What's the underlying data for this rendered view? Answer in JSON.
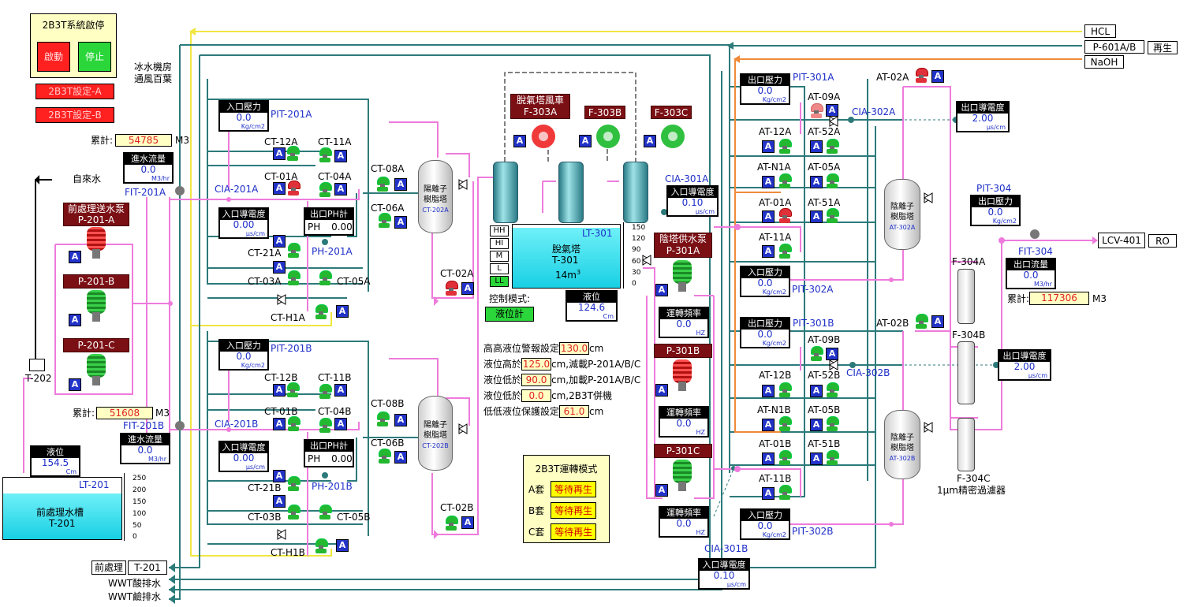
{
  "system": {
    "title": "2B3T系統啟停",
    "start_label": "啟動",
    "stop_label": "停止",
    "set_a": "2B3T設定-A",
    "set_b": "2B3T設定-B"
  },
  "left": {
    "hvac": "冰水機房\n通風百葉",
    "hvac1": "冰水機房",
    "hvac2": "通風百葉",
    "city_water": "自來水",
    "t202": "T-202",
    "total1_label": "累計:",
    "total1_value": "54785",
    "total1_unit": "M3",
    "inflow1": {
      "header": "進水流量",
      "value": "0.0",
      "unit": "M3/hr"
    },
    "fit201a": "FIT-201A",
    "pump_set_title1": "前處理送水泵",
    "pump_set_title2": "P-201-A",
    "p201b": "P-201-B",
    "p201c": "P-201-C",
    "total2_label": "累計:",
    "total2_value": "51608",
    "total2_unit": "M3",
    "fit201b": "FIT-201B",
    "inflow2": {
      "header": "進水流量",
      "value": "0.0",
      "unit": "M3/hr"
    },
    "level_box": {
      "header": "液位",
      "value": "154.5",
      "unit": "Cm"
    },
    "lt201": "LT-201",
    "tank_name1": "前處理水槽",
    "tank_name2": "T-201",
    "scale": [
      "250",
      "200",
      "150",
      "100",
      "50",
      "0"
    ]
  },
  "trainA": {
    "inlet_pressure": {
      "header": "入口壓力",
      "value": "0.0",
      "unit": "Kg/cm2"
    },
    "pit": "PIT-201A",
    "ct12": "CT-12A",
    "ct11": "CT-11A",
    "ct01": "CT-01A",
    "ct04": "CT-04A",
    "cia": "CIA-201A",
    "inlet_cond": {
      "header": "入口導電度",
      "value": "0.00",
      "unit": "μs/cm"
    },
    "outlet_ph": {
      "header": "出口PH計",
      "label": "PH",
      "value": "0.00"
    },
    "ph": "PH-201A",
    "ct21": "CT-21A",
    "ct03": "CT-03A",
    "ct05": "CT-05A",
    "cth1": "CT-H1A",
    "ct08": "CT-08A",
    "ct06": "CT-06A",
    "ct02": "CT-02A",
    "resin1": "陽離子",
    "resin2": "樹脂塔",
    "resin_tag": "CT-202A"
  },
  "trainB": {
    "inlet_pressure": {
      "header": "入口壓力",
      "value": "0.0",
      "unit": "Kg/cm2"
    },
    "pit": "PIT-201B",
    "ct12": "CT-12B",
    "ct11": "CT-11B",
    "ct01": "CT-01B",
    "ct04": "CT-04B",
    "cia": "CIA-201B",
    "inlet_cond": {
      "header": "入口導電度",
      "value": "0.00",
      "unit": "μs/cm"
    },
    "outlet_ph": {
      "header": "出口PH計",
      "label": "PH",
      "value": "0.00"
    },
    "ph": "PH-201B",
    "ct21": "CT-21B",
    "ct03": "CT-03B",
    "ct05": "CT-05B",
    "cth1": "CT-H1B",
    "ct08": "CT-08B",
    "ct06": "CT-06B",
    "ct02": "CT-02B",
    "resin1": "陽離子",
    "resin2": "樹脂塔",
    "resin_tag": "CT-202B"
  },
  "degas": {
    "fan_title1": "脫氣塔風車",
    "fan_title2": "F-303A",
    "f303b": "F-303B",
    "f303c": "F-303C",
    "levels": [
      "HH",
      "HI",
      "M",
      "L",
      "LL"
    ],
    "lt301": "LT-301",
    "tank1": "脫氣塔",
    "tank2": "T-301",
    "tank3": "14m",
    "tank3_sup": "3",
    "scale": [
      "150",
      "120",
      "90",
      "60",
      "30",
      "0"
    ],
    "ctrl_mode": "控制模式:",
    "ctrl_value": "液位計",
    "level_box": {
      "header": "液位",
      "value": "124.6",
      "unit": "Cm"
    },
    "cia301a": "CIA-301A",
    "inlet_cond": {
      "header": "入口導電度",
      "value": "0.10",
      "unit": "μs/cm"
    }
  },
  "settings": {
    "r1_pre": "高高液位警報設定",
    "r1_val": "130.0",
    "r1_post": "cm",
    "r2_pre": "液位高於",
    "r2_val": "125.0",
    "r2_post": "cm,減載P-201A/B/C",
    "r3_pre": "液位低於",
    "r3_val": "90.0",
    "r3_post": "cm,加載P-201A/B/C",
    "r4_pre": "液位低於",
    "r4_val": "0.0",
    "r4_post": "cm,2B3T併機",
    "r5_pre": "低低液位保護設定",
    "r5_val": "61.0",
    "r5_post": "cm"
  },
  "mode": {
    "title": "2B3T運轉模式",
    "rows": [
      {
        "label": "A套",
        "value": "等待再生"
      },
      {
        "label": "B套",
        "value": "等待再生"
      },
      {
        "label": "C套",
        "value": "等待再生"
      }
    ]
  },
  "pumps301": {
    "title1": "陰塔供水泵",
    "title2": "P-301A",
    "p301b": "P-301B",
    "p301c": "P-301C",
    "freq": [
      {
        "header": "運轉頻率",
        "value": "0.0",
        "unit": "HZ"
      },
      {
        "header": "運轉頻率",
        "value": "0.0",
        "unit": "HZ"
      },
      {
        "header": "運轉頻率",
        "value": "0.0",
        "unit": "HZ"
      }
    ]
  },
  "bottom": {
    "cia301b": "CIA-301B",
    "inlet_cond": {
      "header": "入口導電度",
      "value": "0.10",
      "unit": "μs/cm"
    },
    "pre_label": "前處理",
    "pre_tag": "T-201",
    "wwt_acid": "WWT酸排水",
    "wwt_base": "WWT鹼排水"
  },
  "anionA": {
    "out_pressure": {
      "header": "出口壓力",
      "value": "0.0",
      "unit": "Kg/cm2"
    },
    "pit301": "PIT-301A",
    "at09": "AT-09A",
    "at12": "AT-12A",
    "at52": "AT-52A",
    "atn1": "AT-N1A",
    "at05": "AT-05A",
    "at01": "AT-01A",
    "at51": "AT-51A",
    "at11": "AT-11A",
    "in_pressure": {
      "header": "入口壓力",
      "value": "0.0",
      "unit": "Kg/cm2"
    },
    "pit302": "PIT-302A",
    "resin1": "陰離子",
    "resin2": "樹脂塔",
    "resin_tag": "AT-302A",
    "at02": "AT-02A",
    "cia302": "CIA-302A",
    "out_cond": {
      "header": "出口導電度",
      "value": "2.00",
      "unit": "μs/cm"
    }
  },
  "anionB": {
    "out_pressure": {
      "header": "出口壓力",
      "value": "0.0",
      "unit": "Kg/cm2"
    },
    "pit301": "PIT-301B",
    "at09": "AT-09B",
    "at12": "AT-12B",
    "at52": "AT-52B",
    "atn1": "AT-N1B",
    "at05": "AT-05B",
    "at01": "AT-01B",
    "at51": "AT-51B",
    "at11": "AT-11B",
    "in_pressure": {
      "header": "入口壓力",
      "value": "0.0",
      "unit": "Kg/cm2"
    },
    "pit302": "PIT-302B",
    "resin1": "陰離子",
    "resin2": "樹脂塔",
    "resin_tag": "AT-302B",
    "at02": "AT-02B",
    "cia302": "CIA-302B",
    "out_cond": {
      "header": "出口導電度",
      "value": "2.00",
      "unit": "μs/cm"
    }
  },
  "right": {
    "hcl": "HCL",
    "p601": "P-601A/B",
    "regen": "再生",
    "naoh": "NaOH",
    "pit304": "PIT-304",
    "out_pressure": {
      "header": "出口壓力",
      "value": "0.0",
      "unit": "Kg/cm2"
    },
    "lcv": "LCV-401",
    "ro": "RO",
    "fit304": "FIT-304",
    "out_flow": {
      "header": "出口流量",
      "value": "0.0",
      "unit": "M3/hr"
    },
    "total_label": "累計:",
    "total_value": "117306",
    "total_unit": "M3",
    "f304a": "F-304A",
    "f304b": "F-304B",
    "f304c": "F-304C",
    "filter_desc": "1μm精密過濾器"
  },
  "colors": {
    "pipe_teal": "#2d7a7a",
    "pipe_pink": "#ee7bdc",
    "pipe_yellow": "#f0e640",
    "pipe_orange": "#f08a3a",
    "a_box": "#2233c8",
    "tank_water": "#2fe0f0"
  }
}
